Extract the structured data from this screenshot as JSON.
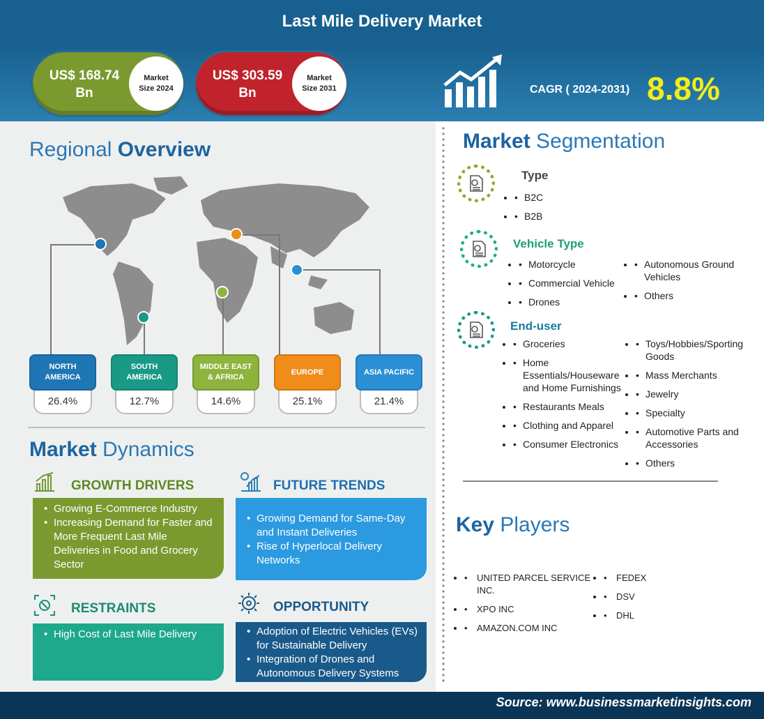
{
  "header": {
    "title": "Last Mile Delivery Market"
  },
  "kpis": {
    "size_2024": {
      "value": "US$ 168.74 Bn",
      "label_line1": "Market",
      "label_line2": "Size 2024"
    },
    "size_2031": {
      "value": "US$ 303.59 Bn",
      "label_line1": "Market",
      "label_line2": "Size 2031"
    },
    "cagr_label": "CAGR ( 2024-2031)",
    "cagr_value": "8.8%"
  },
  "colors": {
    "header": "#17608f",
    "green": "#6f8f2e",
    "red": "#c0232c",
    "teal": "#1a8f78",
    "orange": "#f08c1a",
    "blue": "#2b8fd6",
    "navy": "#1a5a8a",
    "cagr": "#f2ed1a"
  },
  "regional": {
    "title_plain": "Regional ",
    "title_bold": "Overview",
    "regions": [
      {
        "name": "NORTH AMERICA",
        "share": "26.4%",
        "color": "#1f76b5"
      },
      {
        "name": "SOUTH AMERICA",
        "share": "12.7%",
        "color": "#1a9a86"
      },
      {
        "name": "MIDDLE EAST & AFRICA",
        "share": "14.6%",
        "color": "#8db43d"
      },
      {
        "name": "EUROPE",
        "share": "25.1%",
        "color": "#f08c1a"
      },
      {
        "name": "ASIA PACIFIC",
        "share": "21.4%",
        "color": "#2b8fd6"
      }
    ]
  },
  "dynamics": {
    "title_bold": "Market",
    "title_plain": " Dynamics",
    "growth_drivers": {
      "title": "GROWTH DRIVERS",
      "items": [
        "Growing E-Commerce Industry",
        "Increasing Demand for Faster and More Frequent Last Mile Deliveries in Food and Grocery Sector"
      ]
    },
    "future_trends": {
      "title": "FUTURE TRENDS",
      "items": [
        "Growing Demand for Same-Day and Instant Deliveries",
        "Rise of Hyperlocal Delivery Networks"
      ]
    },
    "restraints": {
      "title": "RESTRAINTS",
      "items": [
        "High Cost of Last Mile Delivery"
      ]
    },
    "opportunity": {
      "title": "OPPORTUNITY",
      "items": [
        "Adoption of Electric Vehicles (EVs) for Sustainable Delivery",
        "Integration of Drones and Autonomous Delivery Systems"
      ]
    }
  },
  "segmentation": {
    "title_bold": "Market",
    "title_plain": " Segmentation",
    "type": {
      "title": "Type",
      "items": [
        "B2C",
        "B2B"
      ]
    },
    "vehicle_type": {
      "title": "Vehicle Type",
      "col1": [
        "Motorcycle",
        "Commercial Vehicle",
        "Drones"
      ],
      "col2": [
        "Autonomous Ground Vehicles",
        "Others"
      ]
    },
    "end_user": {
      "title": "End-user",
      "col1": [
        "Groceries",
        "Home Essentials/Houseware and Home Furnishings",
        "Restaurants Meals",
        "Clothing and Apparel",
        "Consumer Electronics"
      ],
      "col2": [
        "Toys/Hobbies/Sporting Goods",
        "Mass Merchants",
        "Jewelry",
        "Specialty",
        "Automotive Parts and Accessories",
        "Others"
      ]
    }
  },
  "key_players": {
    "title_bold": "Key",
    "title_plain": " Players",
    "col1": [
      "UNITED PARCEL SERVICE INC.",
      "XPO INC",
      "AMAZON.COM INC"
    ],
    "col2": [
      "FEDEX",
      "DSV",
      "DHL"
    ]
  },
  "footer": {
    "source": "Source: www.businessmarketinsights.com"
  }
}
